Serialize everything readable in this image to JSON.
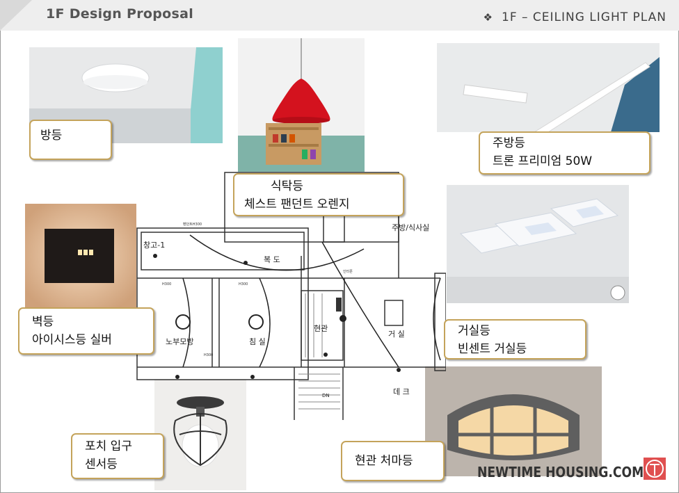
{
  "header": {
    "title": "1F Design Proposal",
    "section_marker": "❖",
    "section_title": "1F – CEILING LIGHT PLAN"
  },
  "labels": {
    "room_light": [
      "방등"
    ],
    "dining_light": [
      "식탁등",
      "체스트 팬던트 오렌지"
    ],
    "kitchen_light": [
      "주방등",
      "트론 프리미엄 50W"
    ],
    "wall_light": [
      "벽등",
      "아이시스등 실버"
    ],
    "living_light": [
      "거실등",
      "빈센트 거실등"
    ],
    "porch_light": [
      "포치 입구",
      "센서등"
    ],
    "entrance_light": [
      "현관 처마등"
    ]
  },
  "plan": {
    "rooms": {
      "storage": "창고-1",
      "hall": "복 도",
      "kitchen": "주방/식사실",
      "parents_room": "노부모방",
      "bedroom": "침 실",
      "entrance": "현관",
      "living": "거 실",
      "deck": "데 크",
      "dn": "DN"
    }
  },
  "brand": {
    "name": "NEWTIME HOUSING.COM",
    "accent": "#e05050"
  },
  "colors": {
    "label_border": "#c4a35a",
    "header_bg": "#eeeeee"
  }
}
